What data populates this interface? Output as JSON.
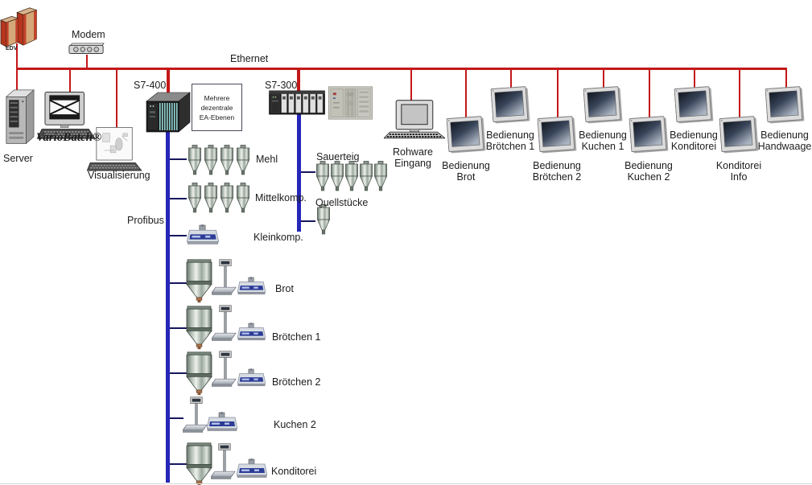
{
  "colors": {
    "ethernet_red": "#c41818",
    "profibus_blue": "#2626b8",
    "stub_navy": "#16165e"
  },
  "buses": {
    "ethernet_label": "Ethernet",
    "profibus_label": "Profibus"
  },
  "office": {
    "edv_label": "EDV",
    "modem_label": "Modem",
    "server_label": "Server",
    "variobatch_label": "VarioBatch®",
    "visualisierung_label": "Visualisierung"
  },
  "controllers": {
    "s7_400_label": "S7-400",
    "s7_300_label": "S7-300",
    "ea_box": {
      "line1": "Mehrere",
      "line2": "dezentrale",
      "line3": "EA-Ebenen"
    }
  },
  "rohware": {
    "line1": "Rohware",
    "line2": "Eingang"
  },
  "profibus1_stations": [
    {
      "label": "Mehl",
      "equipment": "4 silos"
    },
    {
      "label": "Mittelkomp.",
      "equipment": "4 silos"
    },
    {
      "label": "Kleinkomp.",
      "equipment": "bench-scale"
    },
    {
      "label": "Brot",
      "equipment": "hopper, floor-scale, bench-scale"
    },
    {
      "label": "Brötchen 1",
      "equipment": "hopper, floor-scale, bench-scale"
    },
    {
      "label": "Brötchen 2",
      "equipment": "hopper, floor-scale, bench-scale"
    },
    {
      "label": "Kuchen 2",
      "equipment": "floor-scale, bench-scale"
    },
    {
      "label": "Konditorei",
      "equipment": "hopper, floor-scale, bench-scale"
    }
  ],
  "profibus2_stations": [
    {
      "label": "Sauerteig",
      "equipment": "5 silos"
    },
    {
      "label": "Quellstücke",
      "equipment": "1 silo"
    }
  ],
  "operator_panels": [
    {
      "line1": "Bedienung",
      "line2": "Brot"
    },
    {
      "line1": "Bedienung",
      "line2": "Brötchen 1"
    },
    {
      "line1": "Bedienung",
      "line2": "Brötchen 2"
    },
    {
      "line1": "Bedienung",
      "line2": "Kuchen 1"
    },
    {
      "line1": "Bedienung",
      "line2": "Kuchen 2"
    },
    {
      "line1": "Bedienung",
      "line2": "Konditorei"
    },
    {
      "line1": "Konditorei",
      "line2": "Info"
    },
    {
      "line1": "Bedienung",
      "line2": "Handwaage"
    }
  ]
}
